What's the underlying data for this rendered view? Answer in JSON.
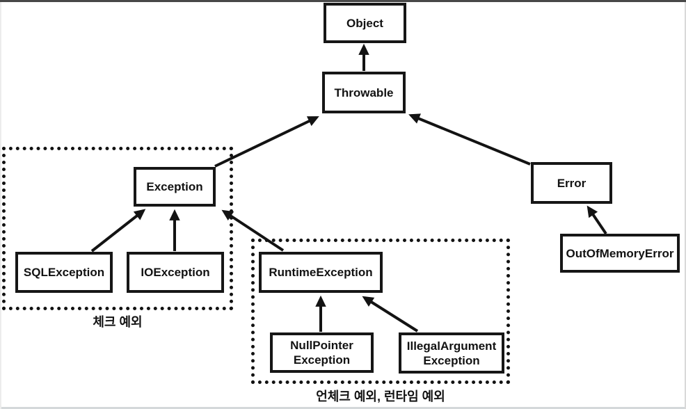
{
  "nodes": {
    "object": "Object",
    "throwable": "Throwable",
    "exception": "Exception",
    "error": "Error",
    "sql_exception": "SQLException",
    "io_exception": "IOException",
    "runtime_exception": "RuntimeException",
    "null_pointer_exception": "NullPointer\nException",
    "illegal_argument_exception": "IllegalArgument\nException",
    "out_of_memory_error": "OutOfMemoryError"
  },
  "groups": {
    "checked": {
      "caption": "체크 예외"
    },
    "unchecked": {
      "caption": "언체크 예외, 런타임 예외"
    }
  },
  "relationships": [
    {
      "from": "Throwable",
      "to": "Object"
    },
    {
      "from": "Exception",
      "to": "Throwable"
    },
    {
      "from": "Error",
      "to": "Throwable"
    },
    {
      "from": "SQLException",
      "to": "Exception"
    },
    {
      "from": "IOException",
      "to": "Exception"
    },
    {
      "from": "RuntimeException",
      "to": "Exception"
    },
    {
      "from": "NullPointerException",
      "to": "RuntimeException"
    },
    {
      "from": "IllegalArgumentException",
      "to": "RuntimeException"
    },
    {
      "from": "OutOfMemoryError",
      "to": "Error"
    }
  ],
  "colors": {
    "line": "#131313",
    "background": "#ffffff",
    "frame_top": "#484848",
    "frame_side": "#d9d9d9"
  }
}
